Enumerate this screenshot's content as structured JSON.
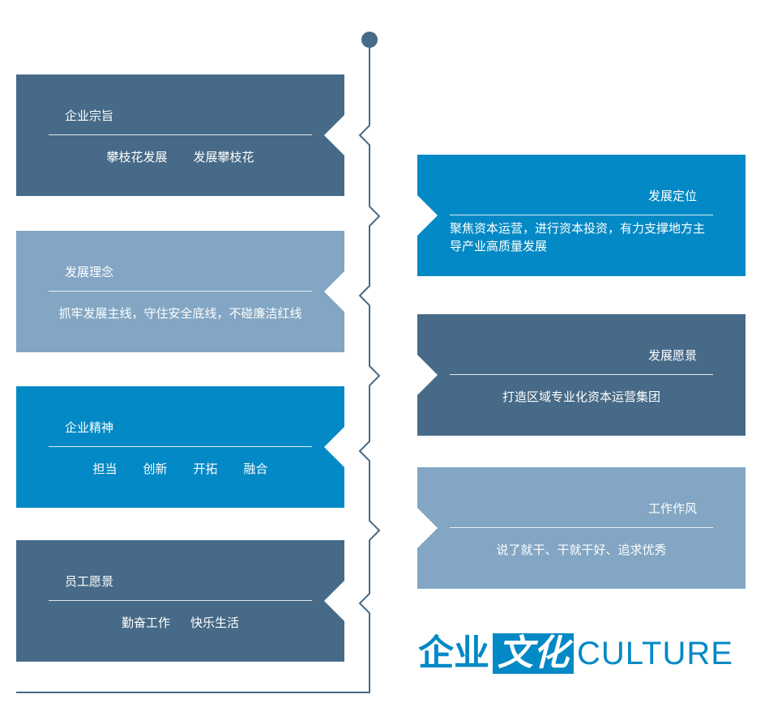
{
  "left_cards": [
    {
      "title": "企业宗旨",
      "body": [
        "攀枝花发展",
        "发展攀枝花"
      ]
    },
    {
      "title": "发展理念",
      "body": [
        "抓牢发展主线，守住安全底线，不碰廉洁红线"
      ]
    },
    {
      "title": "企业精神",
      "body": [
        "担当",
        "创新",
        "开拓",
        "融合"
      ]
    },
    {
      "title": "员工愿景",
      "body": [
        "勤奋工作",
        "快乐生活"
      ]
    }
  ],
  "right_cards": [
    {
      "title": "发展定位",
      "body": [
        "聚焦资本运营，进行资本投资，有力支撑地方主导产业高质量发展"
      ]
    },
    {
      "title": "发展愿景",
      "body": [
        "打造区域专业化资本运营集团"
      ]
    },
    {
      "title": "工作作风",
      "body": [
        "说了就干、干就干好、追求优秀"
      ]
    }
  ],
  "logo": {
    "zh_part1": "企业",
    "zh_part2": "文化",
    "en": "CULTURE"
  },
  "colors": {
    "dark": "#466a87",
    "light": "#82a6c3",
    "blue": "#0389c5",
    "line": "#466a87"
  }
}
